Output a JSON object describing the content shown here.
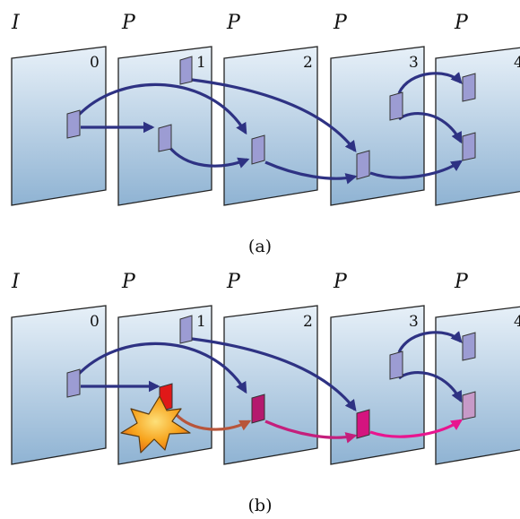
{
  "panels": [
    {
      "caption": "(a)",
      "frame_types": [
        "I",
        "P",
        "P",
        "P",
        "P"
      ],
      "frame_indices": [
        "0",
        "1",
        "2",
        "3",
        "4"
      ]
    },
    {
      "caption": "(b)",
      "frame_types": [
        "I",
        "P",
        "P",
        "P",
        "P"
      ],
      "frame_indices": [
        "0",
        "1",
        "2",
        "3",
        "4"
      ]
    }
  ],
  "colors": {
    "frame_top": "#e7f0f8",
    "frame_bottom": "#8fb3d3",
    "block": "#9c9cd3",
    "arrow": "#2e3283",
    "lost_block": "#e01818",
    "error_block_1": "#b4196e",
    "error_block_2": "#d4147f",
    "error_block_3": "#c79ac8",
    "error_arrow_1": "#b8553a",
    "error_arrow_2": "#c41f7c",
    "error_arrow_3": "#e8158f",
    "star": "#f7a21b"
  }
}
